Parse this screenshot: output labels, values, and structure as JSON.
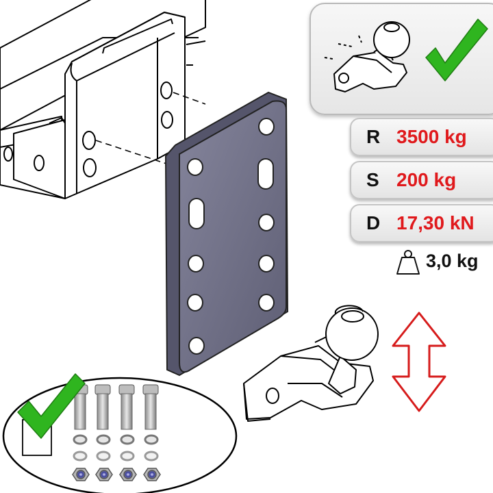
{
  "specs": [
    {
      "letter": "R",
      "value": "3500 kg"
    },
    {
      "letter": "S",
      "value": "200 kg"
    },
    {
      "letter": "D",
      "value": "17,30 kN"
    }
  ],
  "weight": {
    "value": "3,0 kg",
    "icon": "weight-icon"
  },
  "icons": {
    "check": "checkmark-icon",
    "arrow": "up-down-arrow-icon",
    "ball": "tow-ball-icon"
  },
  "colors": {
    "check_green": "#2fb51f",
    "value_red": "#e0191c",
    "plate": "#6f6f88",
    "arrow_red": "#d61b1b"
  }
}
